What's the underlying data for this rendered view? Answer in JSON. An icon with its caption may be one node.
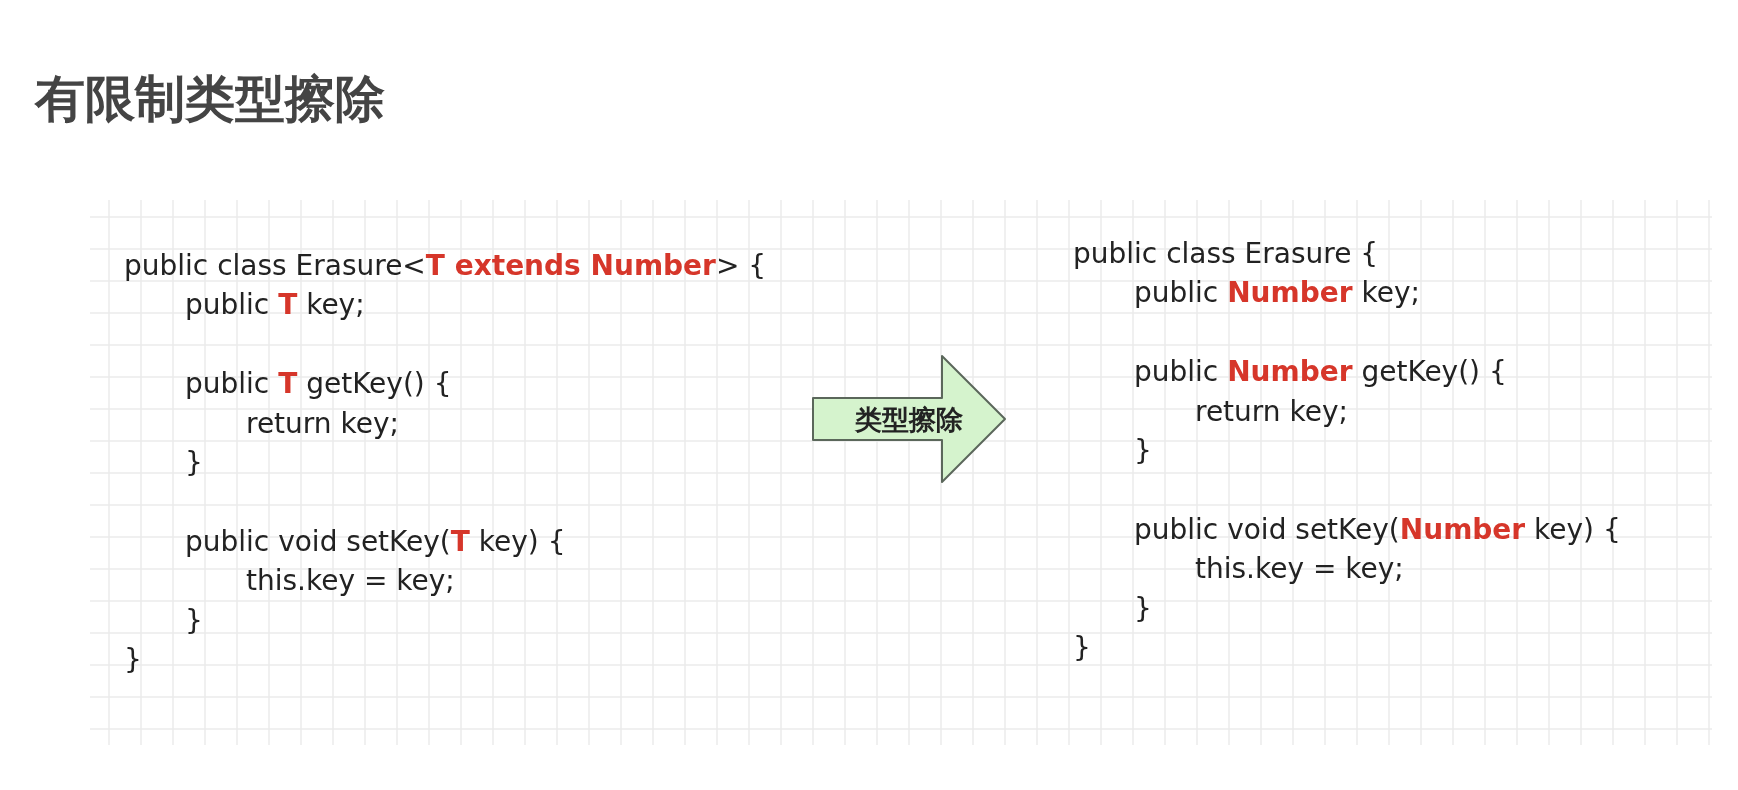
{
  "diagram": {
    "title": "有限制类型擦除",
    "nodes": [
      {
        "text": [
          "public class Erasure<**T extends Number**> {",
          "public **T** key;",
          "public **T** getKey() {",
          "return key;",
          "}",
          "public void setKey(**T** key) {",
          "this.key = key;",
          "}",
          "}"
        ]
      },
      {
        "text": [
          "public class Erasure {",
          "public **Number** key;",
          "public **Number** getKey() {",
          "return key;",
          "}",
          "public void setKey(**Number** key) {",
          "this.key = key;",
          "}",
          "}"
        ]
      }
    ],
    "edges": [
      {
        "from": 0,
        "to": 1,
        "arrow": "to",
        "label": "类型擦除"
      }
    ]
  }
}
